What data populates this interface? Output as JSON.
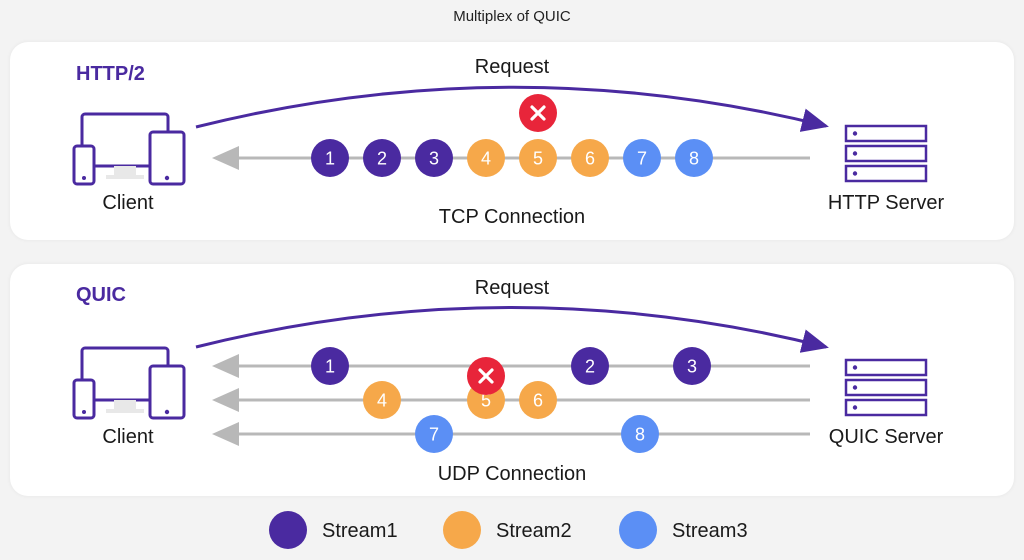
{
  "title": "Multiplex of QUIC",
  "colors": {
    "stream1": "#4a2aa0",
    "stream2": "#f6a84a",
    "stream3": "#5b8ff5",
    "error": "#e8253a",
    "line": "#b8b8b8",
    "accent": "#4a2aa0"
  },
  "http2": {
    "label": "HTTP/2",
    "request": "Request",
    "client": "Client",
    "server": "HTTP Server",
    "connection": "TCP Connection",
    "packets": [
      {
        "label": "1",
        "stream": 1
      },
      {
        "label": "2",
        "stream": 1
      },
      {
        "label": "3",
        "stream": 1
      },
      {
        "label": "4",
        "stream": 2
      },
      {
        "label": "5",
        "stream": 2
      },
      {
        "label": "6",
        "stream": 2
      },
      {
        "label": "7",
        "stream": 3
      },
      {
        "label": "8",
        "stream": 3
      }
    ],
    "lost_packet": "5",
    "error_icon": "error-x-icon"
  },
  "quic": {
    "label": "QUIC",
    "request": "Request",
    "client": "Client",
    "server": "QUIC Server",
    "connection": "UDP Connection",
    "lanes": [
      {
        "stream": 1,
        "packets": [
          "1",
          "2",
          "3"
        ]
      },
      {
        "stream": 2,
        "packets": [
          "4",
          "5",
          "6"
        ]
      },
      {
        "stream": 3,
        "packets": [
          "7",
          "8"
        ]
      }
    ],
    "lost_packet": "5",
    "error_icon": "error-x-icon"
  },
  "legend": [
    {
      "label": "Stream1",
      "stream": 1
    },
    {
      "label": "Stream2",
      "stream": 2
    },
    {
      "label": "Stream3",
      "stream": 3
    }
  ]
}
